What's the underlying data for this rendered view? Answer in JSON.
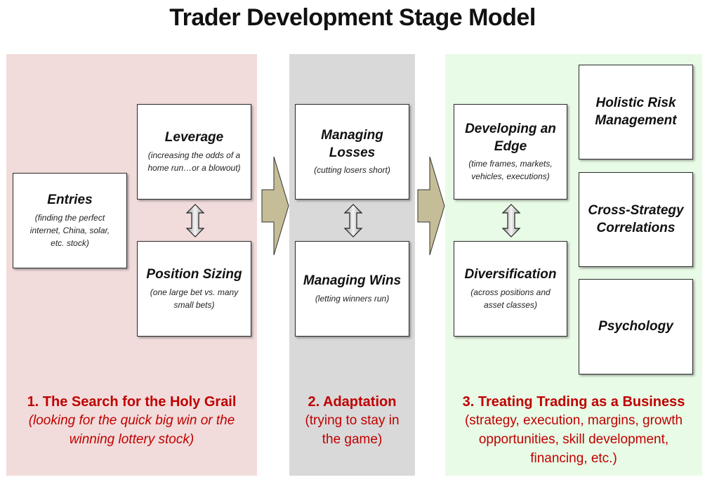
{
  "title": "Trader Development Stage Model",
  "colors": {
    "stage1_bg": "#f1dcdb",
    "stage2_bg": "#d9d9d9",
    "stage3_bg": "#e8fbe6",
    "caption_red": "#c00000",
    "arrow_fill": "#c4bd97"
  },
  "stage1": {
    "boxes": {
      "entries": {
        "title": "Entries",
        "sub": [
          "(finding the perfect",
          "internet, China, solar,",
          "etc. stock)"
        ]
      },
      "leverage": {
        "title": "Leverage",
        "sub": [
          "(increasing the odds of a",
          "home run…or a blowout)"
        ]
      },
      "position_sizing": {
        "title": "Position Sizing",
        "sub": [
          "(one large bet vs. many",
          "small bets)"
        ]
      }
    },
    "caption": {
      "heading": "1. The Search for the Holy Grail",
      "sub": [
        "(looking for the quick big win or the",
        "winning lottery stock)"
      ]
    }
  },
  "stage2": {
    "boxes": {
      "managing_losses": {
        "title": [
          "Managing",
          "Losses"
        ],
        "sub": [
          "(cutting losers short)"
        ]
      },
      "managing_wins": {
        "title": "Managing Wins",
        "sub": [
          "(letting winners run)"
        ]
      }
    },
    "caption": {
      "heading": "2. Adaptation",
      "sub": [
        "(trying to stay in",
        "the game)"
      ]
    }
  },
  "stage3": {
    "boxes": {
      "edge": {
        "title": [
          "Developing an",
          "Edge"
        ],
        "sub": [
          "(time frames, markets,",
          "vehicles, executions)"
        ]
      },
      "diversification": {
        "title": "Diversification",
        "sub": [
          "(across positions and",
          "asset classes)"
        ]
      },
      "holistic_risk": {
        "title": [
          "Holistic Risk",
          "Management"
        ]
      },
      "cross_strategy": {
        "title": [
          "Cross-Strategy",
          "Correlations"
        ]
      },
      "psychology": {
        "title": "Psychology"
      }
    },
    "caption": {
      "heading": "3. Treating Trading as a Business",
      "sub": [
        "(strategy, execution, margins, growth",
        "opportunities, skill development,",
        "financing, etc.)"
      ]
    }
  }
}
